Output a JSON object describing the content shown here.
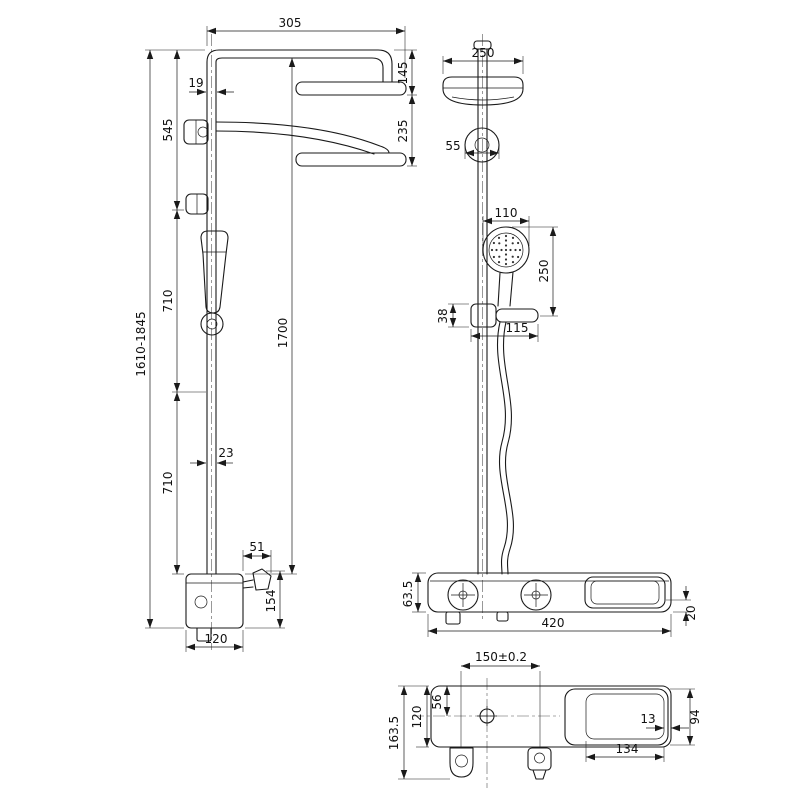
{
  "drawing": {
    "side_view": {
      "arm_reach": "305",
      "pipe_offset": "19",
      "head_drop_1": "145",
      "head_drop_2": "235",
      "top_section": "545",
      "mid_section": "710",
      "lower_section": "710",
      "overall_height_range": "1610-1845",
      "riser_height": "1700",
      "wall_clearance": "23",
      "knob_offset": "51",
      "body_height": "154",
      "body_depth": "120"
    },
    "front_view": {
      "head_width": "250",
      "bracket_width": "55",
      "handset_width": "110",
      "handset_drop": "250",
      "slider_height": "38",
      "slider_reach": "115",
      "bar_height": "63.5",
      "bar_length": "420",
      "shelf_lip": "20"
    },
    "plan_view": {
      "inlet_spacing": "150±0.2",
      "valve_center_depth": "56",
      "body_depth": "120",
      "overall_depth": "163.5",
      "edge_gap": "13",
      "shelf_depth": "94",
      "shelf_width": "134"
    }
  }
}
